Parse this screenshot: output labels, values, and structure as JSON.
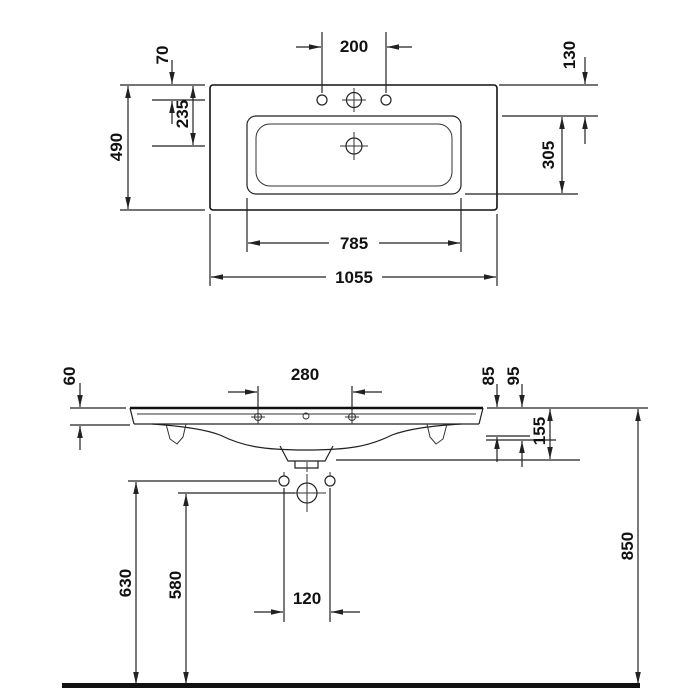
{
  "drawing_type": "washbasin-technical-dimension-drawing",
  "views": {
    "plan": {
      "name": "top-plan-view",
      "dimensions": {
        "faucet_hole_spacing": "200",
        "rim_to_bowl": "130",
        "rim_to_faucet_axis": "70",
        "rim_to_drain": "235",
        "overall_depth": "490",
        "bowl_depth": "305",
        "bowl_width": "785",
        "overall_width": "1055"
      }
    },
    "front": {
      "name": "front-elevation-view",
      "dimensions": {
        "apron_height": "60",
        "fixing_span": "280",
        "edge_drop_a": "85",
        "edge_drop_b": "95",
        "body_height": "155",
        "rim_height_above_floor": "850",
        "fixing_hole_height": "630",
        "drain_height": "580",
        "fixing_hole_spacing": "120"
      }
    }
  },
  "colors": {
    "line": "#222222",
    "text": "#111111",
    "background": "#ffffff",
    "floor_bar": "#111111"
  }
}
